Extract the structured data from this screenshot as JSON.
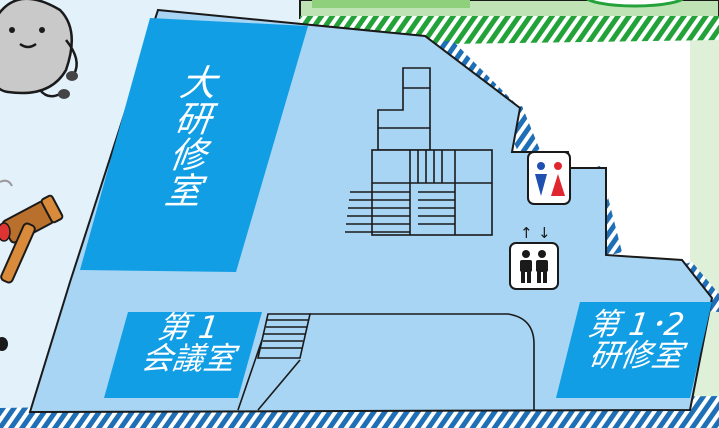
{
  "rooms": {
    "main_training": {
      "label": "大研修室"
    },
    "conference_1": {
      "line1": "第 1",
      "line2": "会議室"
    },
    "training_1_2": {
      "line1": "第 1･2",
      "line2": "研修室"
    }
  },
  "icons": {
    "restroom": "restroom-icon",
    "elevator": "elevator-icon",
    "mascot": "mascot-character",
    "gavel": "gavel-icon"
  },
  "colors": {
    "background": "#e3f1fa",
    "floor": "#a7d5f3",
    "room": "#129ee4",
    "outline": "#1a1a1a",
    "hatch_blue": "#1f6fb6",
    "hatch_green": "#23a23a",
    "green_area": "#bfe3b4",
    "restroom_male": "#1f4fb0",
    "restroom_female": "#e0262e"
  }
}
